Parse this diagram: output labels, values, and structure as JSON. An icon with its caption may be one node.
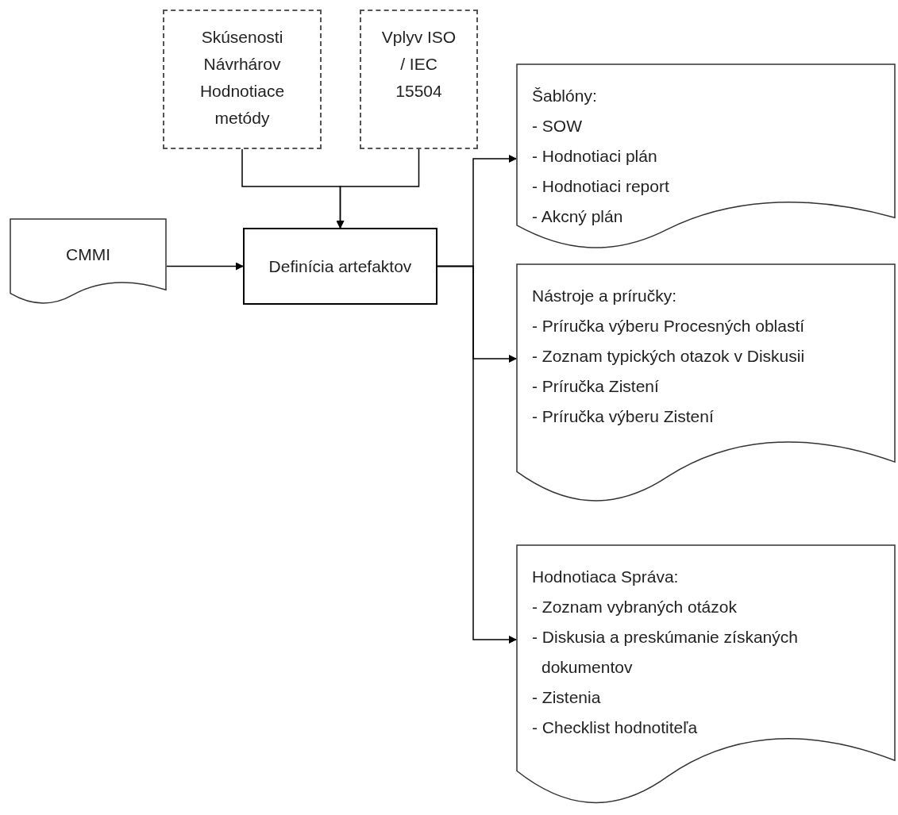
{
  "diagram": {
    "nodes": [
      {
        "text": [
          "Skúsenosti Návrhárov Hodnotiace metódy"
        ]
      },
      {
        "text": [
          "Vplyv ISO / IEC 15504"
        ]
      },
      {
        "text": [
          "CMMI"
        ]
      },
      {
        "text": [
          "Definícia artefaktov"
        ]
      },
      {
        "text": [
          "Šablóny:",
          "- SOW",
          "- Hodnotiaci plán",
          "- Hodnotiaci report",
          "- Akcný plán"
        ]
      },
      {
        "text": [
          "Nástroje a príručky:",
          "- Príručka výberu Procesných oblastí",
          "- Zoznam typických otazok v Diskusii",
          "- Príručka Zistení",
          "- Príručka výberu Zistení"
        ]
      },
      {
        "text": [
          "Hodnotiaca Správa:",
          "- Zoznam vybraných otázok",
          "- Diskusia a preskúmanie získaných dokumentov",
          "- Zistenia",
          "- Checklist hodnotiteľa"
        ]
      }
    ],
    "edges": [
      {
        "from": 0,
        "to": 3,
        "arrow": "to"
      },
      {
        "from": 1,
        "to": 3,
        "arrow": "to"
      },
      {
        "from": 2,
        "to": 3,
        "arrow": "to"
      },
      {
        "from": 3,
        "to": 4,
        "arrow": "to"
      },
      {
        "from": 3,
        "to": 5,
        "arrow": "to"
      },
      {
        "from": 3,
        "to": 6,
        "arrow": "to"
      }
    ]
  }
}
